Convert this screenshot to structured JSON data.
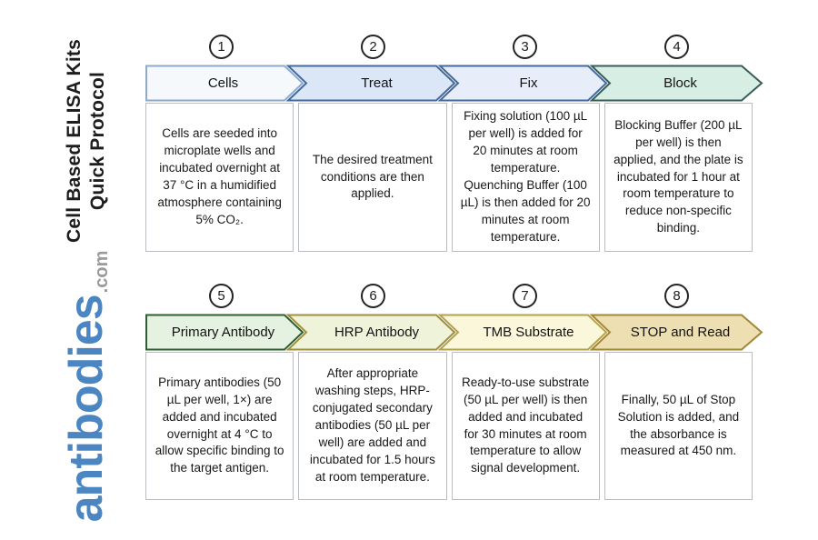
{
  "sidebar": {
    "title_line1": "Cell Based ELISA Kits",
    "title_line2": "Quick Protocol",
    "title_color": "#1d1d1d",
    "logo_text": "antibodies",
    "logo_suffix": ".com",
    "logo_color": "#4c86c2",
    "logo_suffix_color": "#9a9a9a"
  },
  "steps": [
    {
      "number": "1",
      "label": "Cells",
      "description": "Cells are seeded into microplate wells and incubated overnight at 37 °C in a humidified atmosphere containing 5% CO₂.",
      "fill": "#f6f9fc",
      "border": "#8fa9c9"
    },
    {
      "number": "2",
      "label": "Treat",
      "description": "The desired treatment conditions are then applied.",
      "fill": "#dbe6f7",
      "border": "#44699c"
    },
    {
      "number": "3",
      "label": "Fix",
      "description": "Fixing solution (100 µL per well) is added for 20 minutes at room temperature. Quenching Buffer (100 µL) is then added for 20 minutes at room temperature.",
      "fill": "#e7eef9",
      "border": "#44699c"
    },
    {
      "number": "4",
      "label": "Block",
      "description": "Blocking Buffer (200 µL per well) is then applied, and the plate is incubated for 1 hour at room temperature to reduce non-specific binding.",
      "fill": "#d7eee5",
      "border": "#3a5c58"
    },
    {
      "number": "5",
      "label": "Primary Antibody",
      "description": "Primary antibodies (50 µL per well, 1×) are added and incubated overnight at 4 °C to allow specific binding to the target antigen.",
      "fill": "#e5f2e1",
      "border": "#2e5d33"
    },
    {
      "number": "6",
      "label": "HRP Antibody",
      "description": "After appropriate washing steps, HRP-conjugated secondary antibodies (50 µL per well) are added and incubated for 1.5 hours at room temperature.",
      "fill": "#eef3da",
      "border": "#9e9040"
    },
    {
      "number": "7",
      "label": "TMB Substrate",
      "description": "Ready-to-use substrate (50 µL per well) is then added and incubated for 30 minutes at room temperature to allow signal development.",
      "fill": "#fbf7db",
      "border": "#b5a24e"
    },
    {
      "number": "8",
      "label": "STOP and Read",
      "description": "Finally, 50 µL of Stop Solution is added, and the absorbance is measured at 450 nm.",
      "fill": "#eddfb1",
      "border": "#a1873a"
    }
  ]
}
